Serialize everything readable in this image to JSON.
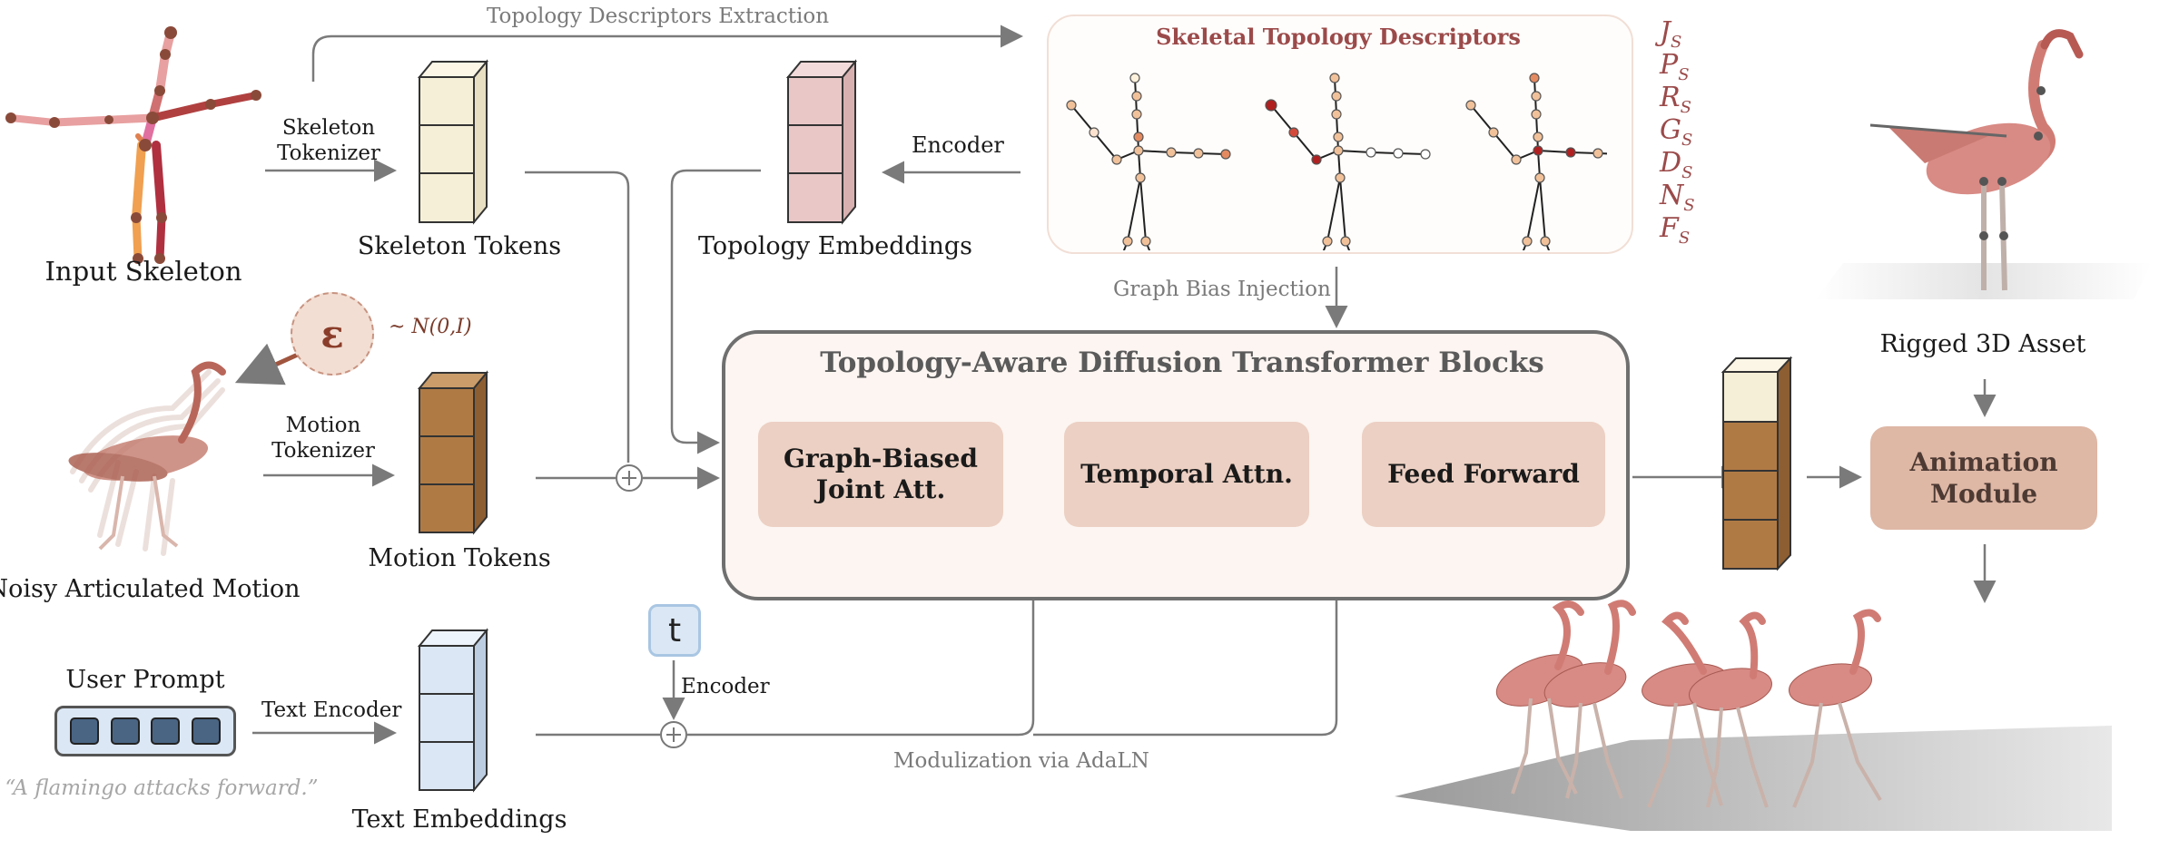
{
  "labels": {
    "input_skeleton": "Input Skeleton",
    "skeleton_tokenizer": "Skeleton\nTokenizer",
    "skeleton_tokens": "Skeleton Tokens",
    "topology_extraction": "Topology Descriptors Extraction",
    "topology_embeddings": "Topology Embeddings",
    "encoder_top": "Encoder",
    "descriptors_title": "Skeletal Topology Descriptors",
    "graph_bias_injection": "Graph Bias Injection",
    "epsilon": "ε",
    "noise_dist": "~ N(0,I)",
    "noisy_motion": "Noisy Articulated Motion",
    "motion_tokenizer": "Motion\nTokenizer",
    "motion_tokens": "Motion Tokens",
    "dit_title": "Topology-Aware Diffusion Transformer Blocks",
    "graph_biased": "Graph-Biased\nJoint Att.",
    "temporal_attn": "Temporal Attn.",
    "feed_forward": "Feed Forward",
    "user_prompt": "User Prompt",
    "prompt_text": "“A flamingo attacks forward.”",
    "text_encoder": "Text Encoder",
    "text_embeddings": "Text Embeddings",
    "t_token": "t",
    "encoder_t": "Encoder",
    "modulization": "Modulization via AdaLN",
    "rigged_asset": "Rigged 3D Asset",
    "animation_module": "Animation\nModule"
  },
  "descriptors": [
    {
      "letter": "J",
      "sub": "S"
    },
    {
      "letter": "P",
      "sub": "S"
    },
    {
      "letter": "R",
      "sub": "S"
    },
    {
      "letter": "G",
      "sub": "S"
    },
    {
      "letter": "D",
      "sub": "S"
    },
    {
      "letter": "N",
      "sub": "S"
    },
    {
      "letter": "F",
      "sub": "S"
    }
  ],
  "colors": {
    "arrow": "#7a7a7a",
    "dit_border": "#6f6f6f",
    "dit_fill": "#fcf5f1",
    "inner_block": "#ecd0c3",
    "animation_module": "#deb7a5",
    "skeleton_token": "#f6efd7",
    "topology_token": "#e9c7c7",
    "motion_token": "#b07a45",
    "text_token": "#dbe7f4",
    "descriptor_text": "#9b4a4a",
    "flamingo": "#d88a84"
  },
  "icons": [
    "epsilon-icon",
    "prompt-token-icon",
    "plus-operator-icon",
    "flamingo-icon",
    "skeleton-graph-icon"
  ]
}
